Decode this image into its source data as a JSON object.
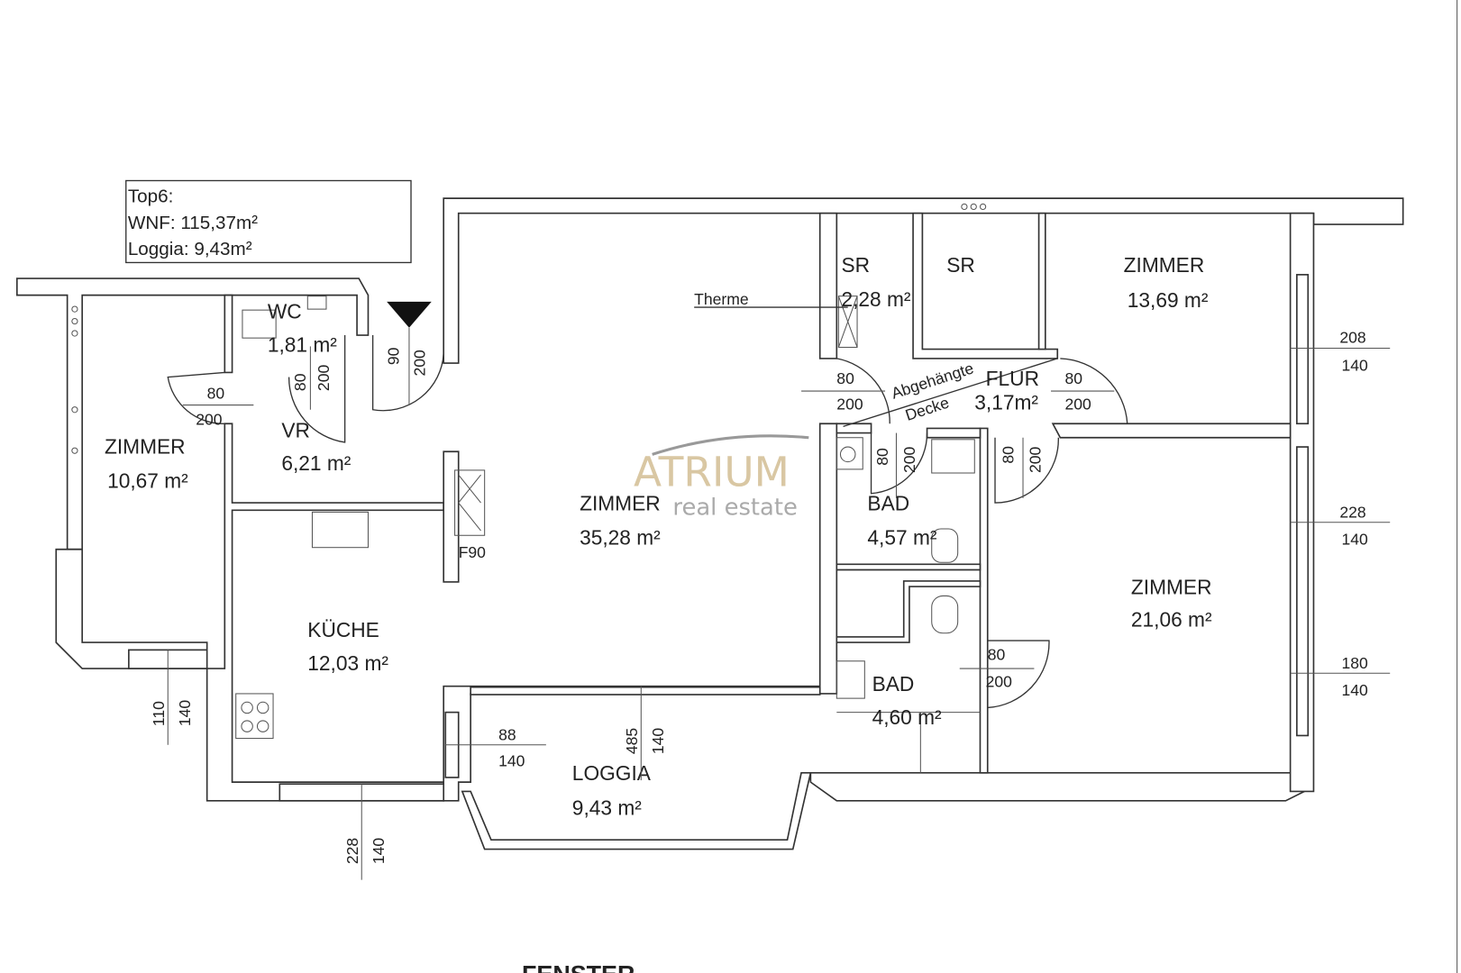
{
  "summary": {
    "line1": "Top6:",
    "line2": "WNF: 115,37m²",
    "line3": "Loggia: 9,43m²"
  },
  "rooms": {
    "wc": {
      "name": "WC",
      "area": "1,81 m²"
    },
    "vr": {
      "name": "VR",
      "area": "6,21 m²"
    },
    "zimmer_left": {
      "name": "ZIMMER",
      "area": "10,67 m²"
    },
    "zimmer_main": {
      "name": "ZIMMER",
      "area": "35,28 m²"
    },
    "kueche": {
      "name": "KÜCHE",
      "area": "12,03 m²"
    },
    "loggia": {
      "name": "LOGGIA",
      "area": "9,43 m²"
    },
    "sr1": {
      "name": "SR",
      "area": "2,28 m²"
    },
    "sr2": {
      "name": "SR"
    },
    "zimmer_ne": {
      "name": "ZIMMER",
      "area": "13,69 m²"
    },
    "flur": {
      "name": "FLUR",
      "area": "3,17m²"
    },
    "bad1": {
      "name": "BAD",
      "area": "4,57 m²"
    },
    "bad2": {
      "name": "BAD",
      "area": "4,60 m²"
    },
    "zimmer_se": {
      "name": "ZIMMER",
      "area": "21,06 m²"
    }
  },
  "annotations": {
    "therme": "Therme",
    "ceiling_1": "Abgehängte",
    "ceiling_2": "Decke",
    "f90": "F90",
    "bottom_label": "FENSTER"
  },
  "logo": {
    "brand": "ATRIUM",
    "tagline": "real estate",
    "color": "#d9c7a3"
  },
  "dimensions": {
    "vr_door": [
      "80",
      "200"
    ],
    "wc_door": [
      "80",
      "200"
    ],
    "entry_door": [
      "90",
      "200"
    ],
    "sr_door": [
      "80",
      "200"
    ],
    "flur_door": [
      "80",
      "200"
    ],
    "bad1_door": [
      "80",
      "200"
    ],
    "flur_bad_door": [
      "80",
      "200"
    ],
    "bad2_door": [
      "80",
      "200"
    ],
    "win_ne": [
      "208",
      "140"
    ],
    "win_e": [
      "228",
      "140"
    ],
    "win_se": [
      "180",
      "140"
    ],
    "win_left": [
      "110",
      "140"
    ],
    "win_kitchen": [
      "228",
      "140"
    ],
    "loggia_door": [
      "485",
      "140"
    ],
    "loggia_side": [
      "88",
      "140"
    ]
  }
}
